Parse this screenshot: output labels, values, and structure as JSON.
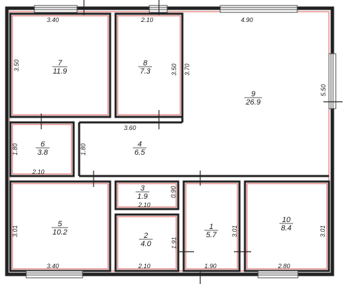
{
  "rooms": [
    {
      "id": "7",
      "area": "11.9"
    },
    {
      "id": "8",
      "area": "7.3"
    },
    {
      "id": "9",
      "area": "26.9"
    },
    {
      "id": "6",
      "area": "3.8"
    },
    {
      "id": "4",
      "area": "6.5"
    },
    {
      "id": "3",
      "area": "1.9"
    },
    {
      "id": "5",
      "area": "10.2"
    },
    {
      "id": "2",
      "area": "4.0"
    },
    {
      "id": "1",
      "area": "5.7"
    },
    {
      "id": "10",
      "area": "8.4"
    }
  ],
  "dimensions": [
    "3.40",
    "2.10",
    "4.90",
    "3.50",
    "3.50",
    "3.70",
    "5.50",
    "1.80",
    "2.10",
    "1.80",
    "3.60",
    "2.10",
    "0.90",
    "3.01",
    "3.01",
    "3.01",
    "1.91",
    "3.40",
    "2.10",
    "1.90",
    "2.80"
  ],
  "colors": {
    "wall": "#222222",
    "inner_outline": "#d9534f",
    "window": "#444444",
    "background": "#ffffff"
  }
}
